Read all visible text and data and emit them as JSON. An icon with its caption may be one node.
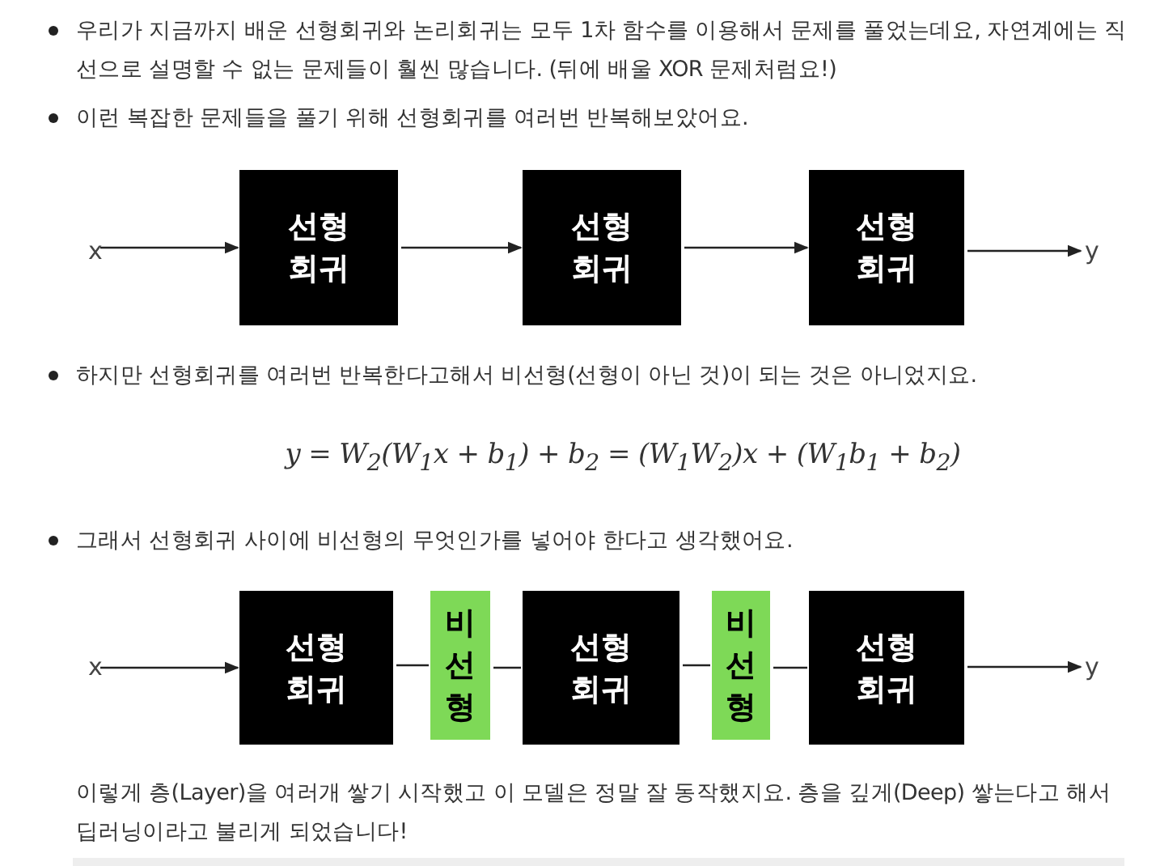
{
  "diagram": {
    "nodes": [
      {
        "text": [
          "x"
        ]
      },
      {
        "text": [
          "선형 회귀"
        ]
      },
      {
        "text": [
          "선형 회귀"
        ]
      },
      {
        "text": [
          "선형 회귀"
        ]
      },
      {
        "text": [
          "y"
        ]
      },
      {
        "text": [
          "x"
        ]
      },
      {
        "text": [
          "선형 회귀"
        ]
      },
      {
        "text": [
          "비선형"
        ]
      },
      {
        "text": [
          "선형 회귀"
        ]
      },
      {
        "text": [
          "비선형"
        ]
      },
      {
        "text": [
          "선형 회귀"
        ]
      },
      {
        "text": [
          "y"
        ]
      }
    ],
    "edges": [
      {
        "from": 0,
        "to": 1,
        "arrow": "to"
      },
      {
        "from": 1,
        "to": 2,
        "arrow": "to"
      },
      {
        "from": 2,
        "to": 3,
        "arrow": "to"
      },
      {
        "from": 3,
        "to": 4,
        "arrow": "to"
      },
      {
        "from": 5,
        "to": 6,
        "arrow": "to"
      },
      {
        "from": 6,
        "to": 7,
        "arrow": "none"
      },
      {
        "from": 7,
        "to": 8,
        "arrow": "none"
      },
      {
        "from": 8,
        "to": 9,
        "arrow": "none"
      },
      {
        "from": 9,
        "to": 10,
        "arrow": "none"
      },
      {
        "from": 10,
        "to": 11,
        "arrow": "to"
      }
    ],
    "labels": [
      "우리가 지금까지 배운 선형회귀와 논리회귀는 모두 1차 함수를 이용해서 문제를 풀었는데요, 자연계에는 직선으로 설명할 수 없는 문제들이 훨씬 많습니다. (뒤에 배울 XOR 문제처럼요!)",
      "이런 복잡한 문제들을 풀기 위해 선형회귀를 여러번 반복해보았어요.",
      "하지만 선형회귀를 여러번 반복한다고해서 비선형(선형이 아닌 것)이 되는 것은 아니었지요.",
      "y = W$_{2}$(W$_{1}$x + b$_{1}$) + b$_{2}$ = (W$_{1}$W$_{2}$)x + (W$_{1}$b$_{1}$ + b$_{2}$)",
      "그래서 선형회귀 사이에 비선형의 무엇인가를 넣어야 한다고 생각했어요.",
      "이렇게 층(Layer)을 여러개 쌓기 시작했고 이 모델은 정말 잘 동작했지요. 층을 깊게(Deep) 쌓는다고 해서 딥러닝이라고 불리게 되었습니다!"
    ]
  }
}
